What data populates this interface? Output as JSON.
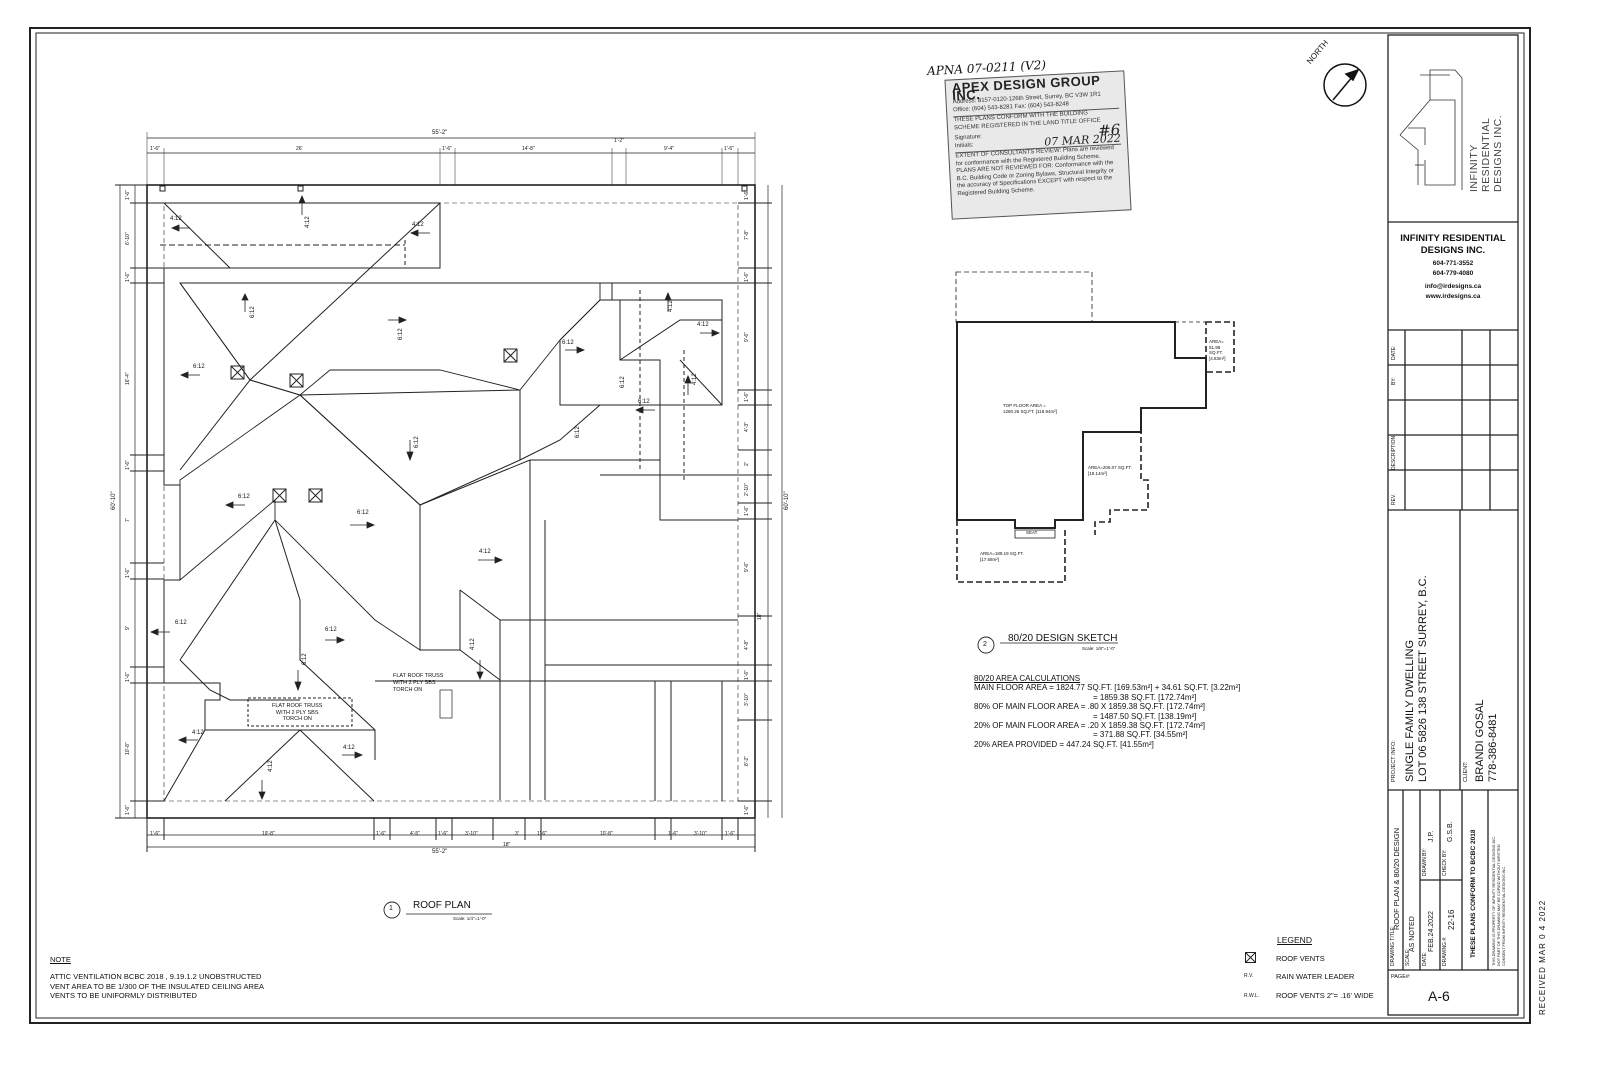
{
  "roof_plan": {
    "title": "ROOF PLAN",
    "number": "1",
    "scale": "Scale: 1/4\"=1'-0\"",
    "dim_total_top": "55'-2\"",
    "dim_total_bottom": "55'-2\"",
    "dim_total_left": "60'-10\"",
    "dim_total_right": "60'-10\"",
    "top_dims": [
      "1'-6\"",
      "26'",
      "1'-6\"",
      "14'-8\"",
      "1'-2\"",
      "9'-4\"",
      "1'-6\""
    ],
    "bottom_dims": [
      "1'-6\"",
      "19'-8\"",
      "1'-6\"",
      "4'-5\"",
      "1'-6\"",
      "3'-10\"",
      "3'",
      "1'-6\"",
      "10'-8\"",
      "1'-6\"",
      "3'-10\"",
      "1'-6\""
    ],
    "left_dims": [
      "1'-6\"",
      "6'-10\"",
      "1'-6\"",
      "16'-4\"",
      "1'-6\"",
      "7'",
      "1'-6\"",
      "9'",
      "1'-6\"",
      "10'-8\"",
      "1'-6\""
    ],
    "right_dims": [
      "1'-6\"",
      "7'-8\"",
      "1'-6\"",
      "9'-6\"",
      "1'-6\"",
      "4'-3\"",
      "2'",
      "2'-10\"",
      "1'-6\"",
      "9'-6\"",
      "4'-8\"",
      "1'-6\"",
      "3'-10\"",
      "8'-2\"",
      "1'-6\""
    ],
    "small_dims": [
      "18\"",
      "18\""
    ],
    "slopes": [
      "4:12",
      "4:12",
      "4:12",
      "6:12",
      "6:12",
      "6:12",
      "6:12",
      "6:12",
      "6:12",
      "6:12",
      "6:12",
      "6:12",
      "6:12",
      "6:12",
      "6:12",
      "4:12",
      "4:12",
      "4:12",
      "4:12",
      "6:12",
      "4:12",
      "4:12",
      "4:12",
      "4:12"
    ],
    "flat_note_1": [
      "FLAT ROOF TRUSS",
      "WITH 2 PLY SBS",
      "TORCH ON"
    ],
    "flat_note_2": [
      "FLAT ROOF TRUSS",
      "WITH 2 PLY SBS",
      "TORCH ON"
    ]
  },
  "sketch": {
    "title": "80/20 DESIGN SKETCH",
    "number": "2",
    "scale": "Scale: 1/8\"=1'-0\"",
    "top_floor": [
      "TOP FLOOR AREA =",
      "1280.26 SQ.FT. [118.94m²]"
    ],
    "area_a": [
      "AREA=",
      "51.98",
      "SQ.FT.",
      "[4.83m²]"
    ],
    "area_b": [
      "AREA=206.07 SQ.FT.",
      "[19.14m²]"
    ],
    "area_c": [
      "AREA=189.19 SQ.FT.",
      "[17.58m²]"
    ],
    "seat": "SEAT"
  },
  "calculations": {
    "heading": "80/20 AREA CALCULATIONS",
    "lines": [
      "MAIN FLOOR AREA = 1824.77 SQ.FT. [169.53m²] + 34.61 SQ.FT. [3.22m²]",
      "= 1859.38 SQ.FT. [172.74m²]",
      "80% OF MAIN  FLOOR AREA  = .80 X 1859.38 SQ.FT. [172.74m²]",
      "= 1487.50 SQ.FT. [138.19m²]",
      "20% OF MAIN  FLOOR AREA  = .20 X 1859.38 SQ.FT. [172.74m²]",
      "= 371.88 SQ.FT. [34.55m²]",
      "20% AREA PROVIDED = 447.24 SQ.FT. [41.55m²]"
    ]
  },
  "stamp": {
    "handwritten_top": "APNA 07-0211  (V2)",
    "company": "APEX DESIGN GROUP INC.",
    "address": "Address: 8157-0120-126th Street, Surrey, BC V3W 1R1",
    "phones": "Office: (604) 543-8281     Fax: (604) 543-8248",
    "conform_line1": "THESE PLANS CONFORM WITH THE BUILDING",
    "conform_line2": "SCHEME REGISTERED IN THE LAND TITLE OFFICE",
    "signature_label": "Signature:",
    "initials_label": "Initials:",
    "number_hand": "#6",
    "date_hand": "07 MAR 2022",
    "review": "EXTENT OF CONSULTANTS REVIEW: Plans are reviewed for conformance with the Registered Building Scheme. PLANS ARE NOT REVIEWED FOR: Conformance with the B.C. Building Code or Zoning Bylaws, Structural Integrity or the accuracy of Specifications EXCEPT with respect to the Registered Building Scheme."
  },
  "north": "NORTH",
  "note": {
    "heading": "NOTE",
    "lines": [
      "ATTIC VENTILATION BCBC 2018 , 9.19.1.2 UNOBSTRUCTED",
      "VENT AREA TO BE 1/300 OF THE INSULATED CEILING AREA",
      " VENTS TO BE UNIFORMLY DISTRIBUTED"
    ]
  },
  "legend": {
    "heading": "LEGEND",
    "items": [
      {
        "symbol": "",
        "label": "ROOF VENTS"
      },
      {
        "symbol": "R.V.",
        "label": "RAIN WATER LEADER"
      },
      {
        "symbol": "R.W.L.",
        "label": "ROOF VENTS 2\"= .16' WIDE"
      }
    ]
  },
  "title_block": {
    "company_logo_text": [
      "INFINITY",
      "RESIDENTIAL",
      "DESIGNS INC."
    ],
    "company_name_1": "INFINITY RESIDENTIAL",
    "company_name_2": "DESIGNS INC.",
    "phone_1": "604-771-3552",
    "phone_2": "604-779-4080",
    "email": "info@irdesigns.ca",
    "website": "www.irdesigns.ca",
    "rev_labels": [
      "REV.",
      "DESCRIPTION",
      "BY:",
      "DATE:"
    ],
    "project_info_label": "PROJECT INFO:",
    "project_line_1": "SINGLE FAMILY DWELLING",
    "project_line_2": "LOT 06  5826 138 STREET SURREY, B.C.",
    "client_label": "CLIENT:",
    "client_name": "BRANDI GOSAL",
    "client_phone": "778-386-8481",
    "drawing_title_label": "DRAWING TITLE:",
    "drawing_title": "ROOF PLAN & 80/20 DESIGN",
    "scale_label": "SCALE:",
    "scale_value": "AS NOTED",
    "drawn_by_label": "DRAWN BY:",
    "drawn_by": "J.P.",
    "date_label": "DATE:",
    "date_value": "FEB.24.2022",
    "check_by_label": "CHECK BY:",
    "check_by": "G.S.B.",
    "drawing_no_label": "DRAWING #:",
    "drawing_no": "22-16",
    "conform_bcbc": "THESE PLANS CONFORM TO BCBC 2018",
    "copyright": [
      "THIS DRAWING IS PROPERTY OF INFINITY RESIDENTIAL DESIGNS INC.",
      "NOT PART OF THIS DRAWING MAY BE COPIED WITHOUT WRITTEN",
      "CONSENT FROM INFINITY RESIDENTIAL DESIGNS INC."
    ],
    "page_label": "PAGE#:",
    "page_value": "A-6"
  },
  "received": "RECEIVED  MAR 0 4 2022"
}
